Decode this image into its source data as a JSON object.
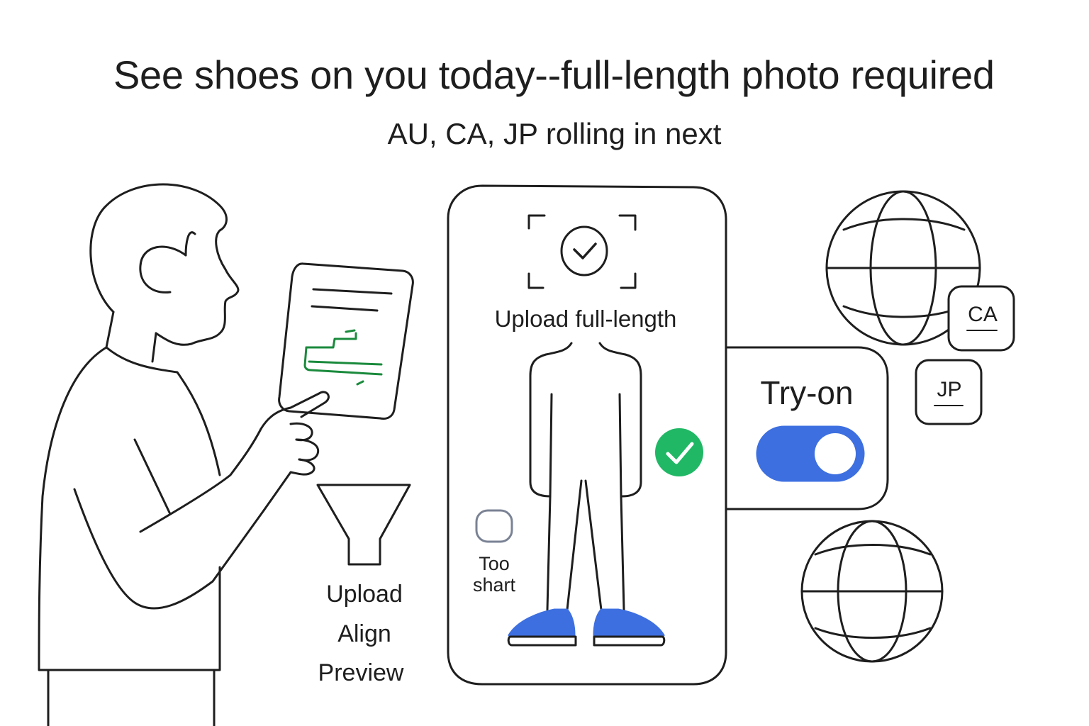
{
  "headline": "See shoes on you today--full-length photo required",
  "subline": "AU, CA, JP rolling in next",
  "steps": [
    "Upload",
    "Align",
    "Preview"
  ],
  "phone": {
    "upload_label": "Upload full-length",
    "warning_label": "Too\nshart",
    "status": "check-icon"
  },
  "tryon": {
    "label": "Try-on",
    "toggle_on": true
  },
  "regions": {
    "ca_badge": "CA",
    "jp_badge": "JP"
  },
  "colors": {
    "ink": "#1e1e1e",
    "accent_blue": "#3d6fe0",
    "success_green": "#20b865",
    "chart_green": "#1a8a3c",
    "muted_border": "#7a8294"
  }
}
